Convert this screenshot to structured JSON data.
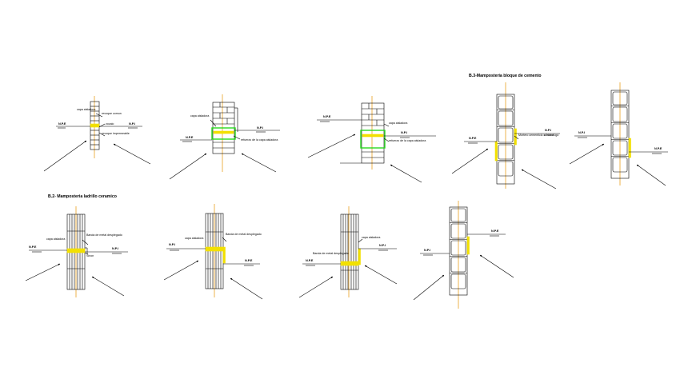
{
  "sections": {
    "b2_title": "B.2- Mamposteria ladrillo ceramico",
    "b3_title": "B.3-Mamposteria bloque de cemento"
  },
  "levels": {
    "npe": "N.P.E",
    "npi": "N.P.I"
  },
  "labels": {
    "capa_aisladora": "capa aisladora",
    "revoque_comun": "revoque comun",
    "revoque_impermeable": "revoque impermeable",
    "zocalo": "zocalo",
    "refuerzo_capa": "refuerzo de la capa aisladora",
    "refuerzo_capa_2": "refuerzo de la capa aisladora",
    "mortero_hidrofugo": "Mortero cementicio c/ hidrofugo",
    "banda_metal": "Banda de metal desplegado",
    "sinon": "Sinon"
  },
  "colors": {
    "axis": "#e8a020",
    "damp_proof": "#f2e000",
    "reinforcement": "#29d81f",
    "line": "#000000"
  }
}
